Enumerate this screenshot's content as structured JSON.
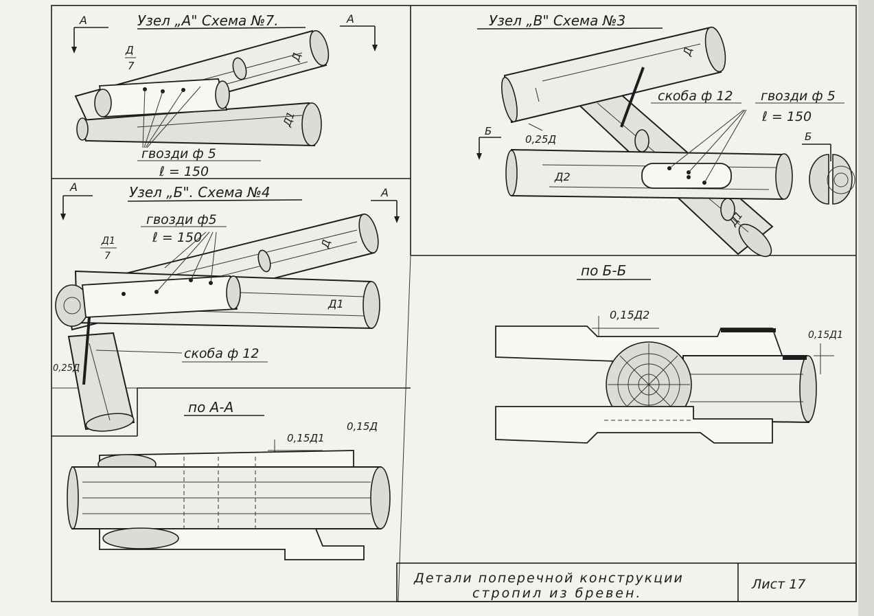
{
  "node_a": {
    "title": "Узел „А\" Схема №7.",
    "section_left": "А",
    "section_right": "А",
    "dim_d7_top": "Д",
    "dim_d7_bottom": "7",
    "dim_d": "Д",
    "dim_d1": "Д1",
    "nails": "гвозди ф 5",
    "length": "ℓ = 150"
  },
  "node_v": {
    "title": "Узел „В\" Схема №3",
    "dim_d": "Д",
    "dim_d2": "Д2",
    "dim_d1": "Д1",
    "staple": "скоба ф 12",
    "nails": "гвозди ф 5",
    "length": "ℓ = 150",
    "dim_025": "0,25Д",
    "section_label": "Б",
    "section_right": "Б"
  },
  "node_b": {
    "title": "Узел „Б\". Схема №4",
    "section_left": "А",
    "section_right": "А",
    "nails": "гвозди ф5",
    "length": "ℓ = 150",
    "dim_d1_7_top": "Д1",
    "dim_d1_7_bottom": "7",
    "dim_d": "Д",
    "dim_d1": "Д1",
    "dim_025": "0,25Д",
    "staple": "скоба ф 12"
  },
  "section_aa": {
    "title": "по А-А",
    "dim_015d1": "0,15Д1",
    "dim_015d": "0,15Д"
  },
  "section_bb": {
    "title": "по Б-Б",
    "dim_015d2": "0,15Д2",
    "dim_015d1": "0,15Д1"
  },
  "title_block": {
    "line1": "Детали поперечной конструкции",
    "line2": "стропил из бревен.",
    "sheet": "Лист 17"
  }
}
